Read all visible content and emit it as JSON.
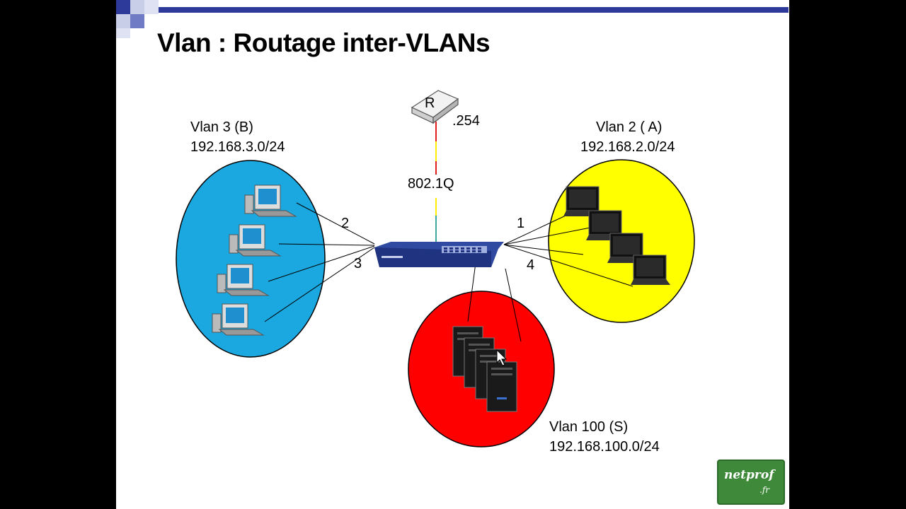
{
  "slide": {
    "title": "Vlan : Routage inter-VLANs"
  },
  "router": {
    "label": "R",
    "address": ".254",
    "trunk_label": "802.1Q"
  },
  "vlans": [
    {
      "name": "Vlan 3 (B)",
      "network": "192.168.3.0/24",
      "color": "#1ba8e0"
    },
    {
      "name": "Vlan 2 ( A)",
      "network": "192.168.2.0/24",
      "color": "#ffff00"
    },
    {
      "name": "Vlan 100 (S)",
      "network": "192.168.100.0/24",
      "color": "#ff0000"
    }
  ],
  "ports": {
    "p1": "1",
    "p2": "2",
    "p3": "3",
    "p4": "4"
  },
  "logo": {
    "text": "netprof",
    "suffix": ".fr"
  },
  "colors": {
    "trunk_red": "#e02020",
    "trunk_yellow": "#ffee00",
    "trunk_teal": "#3aa8a0",
    "switch_blue": "#2f4aa0"
  }
}
